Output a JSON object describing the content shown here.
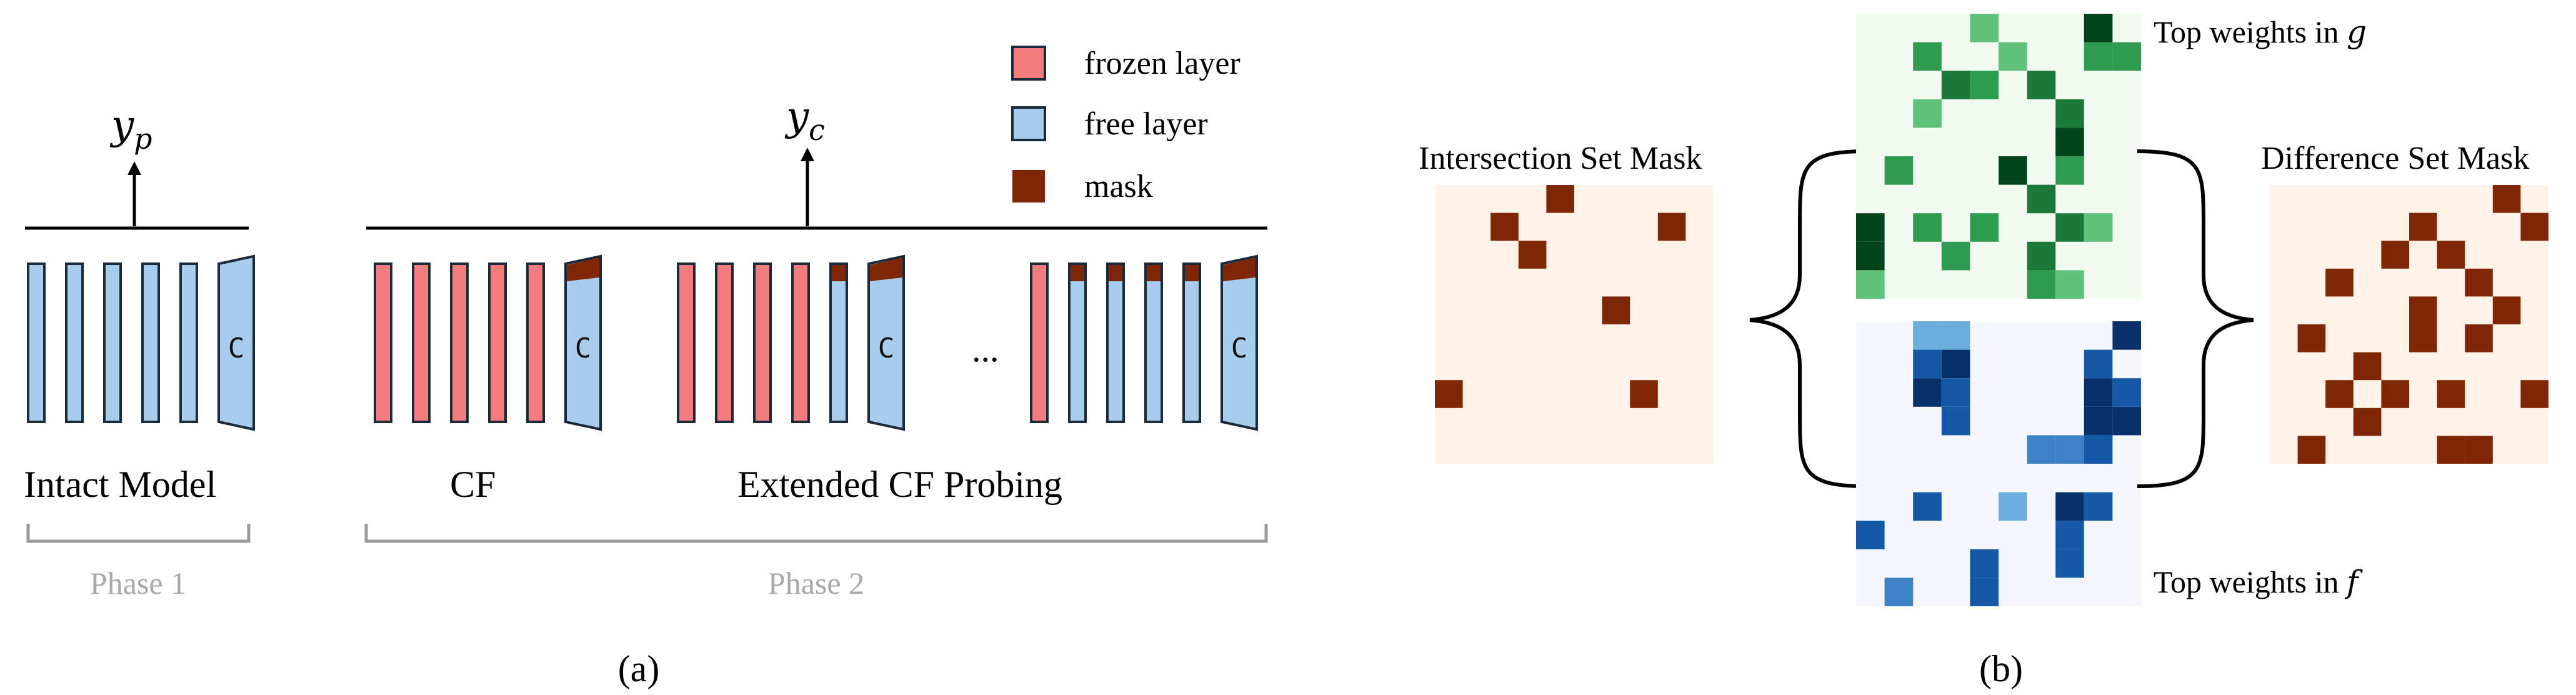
{
  "colors": {
    "frozen": "#F47C7C",
    "free": "#A8CCEC",
    "mask": "#7F2704",
    "outline": "#1a2a3a",
    "orange_bg": "#FFF2E6",
    "green_bg": "#F3FAF1",
    "blue_bg": "#F4F8FE",
    "bracket_gray": "#9a9a9a",
    "greens": [
      "#00441B",
      "#1B7A3A",
      "#2E9B4E",
      "#5EC27A"
    ],
    "blues": [
      "#08306B",
      "#1459A6",
      "#3C82C6",
      "#6AAEDB"
    ]
  },
  "legend": [
    {
      "key": "frozen",
      "label": "frozen layer"
    },
    {
      "key": "free",
      "label": "free layer"
    },
    {
      "key": "mask",
      "label": "mask"
    }
  ],
  "panel_a": {
    "caption": "(a)",
    "output_p": "y",
    "output_p_sub": "p",
    "output_c": "y",
    "output_c_sub": "c",
    "classifier_letter": "C",
    "ellipsis": "...",
    "intact_label": "Intact Model",
    "cf_label": "CF",
    "extended_label": "Extended CF Probing",
    "phase1": "Phase 1",
    "phase2": "Phase 2",
    "groups": [
      {
        "name": "intact",
        "layers": [
          "free",
          "free",
          "free",
          "free",
          "free"
        ],
        "mask": [
          0,
          0,
          0,
          0,
          0
        ],
        "classifier_mask": 0
      },
      {
        "name": "cf",
        "layers": [
          "frozen",
          "frozen",
          "frozen",
          "frozen",
          "frozen"
        ],
        "mask": [
          0,
          0,
          0,
          0,
          0
        ],
        "classifier_mask": 1
      },
      {
        "name": "ext1",
        "layers": [
          "frozen",
          "frozen",
          "frozen",
          "frozen",
          "free"
        ],
        "mask": [
          0,
          0,
          0,
          0,
          1
        ],
        "classifier_mask": 1
      },
      {
        "name": "ext2",
        "layers": [
          "frozen",
          "free",
          "free",
          "free",
          "free"
        ],
        "mask": [
          0,
          1,
          1,
          1,
          1
        ],
        "classifier_mask": 1
      }
    ]
  },
  "panel_b": {
    "caption": "(b)",
    "intersection_title": "Intersection Set Mask",
    "difference_title": "Difference Set Mask",
    "top_g_prefix": "Top weights in ",
    "top_g_var": "g",
    "top_f_prefix": "Top weights in ",
    "top_f_var": "f",
    "intersection_cells": [
      [
        0,
        4
      ],
      [
        1,
        2
      ],
      [
        1,
        8
      ],
      [
        2,
        3
      ],
      [
        4,
        6
      ],
      [
        7,
        0
      ],
      [
        7,
        7
      ]
    ],
    "difference_cells": [
      [
        0,
        8
      ],
      [
        1,
        5
      ],
      [
        1,
        9
      ],
      [
        2,
        4
      ],
      [
        2,
        6
      ],
      [
        3,
        2
      ],
      [
        3,
        7
      ],
      [
        4,
        5
      ],
      [
        4,
        8
      ],
      [
        5,
        1
      ],
      [
        5,
        5
      ],
      [
        5,
        7
      ],
      [
        6,
        3
      ],
      [
        7,
        2
      ],
      [
        7,
        4
      ],
      [
        7,
        6
      ],
      [
        7,
        9
      ],
      [
        8,
        3
      ],
      [
        9,
        1
      ],
      [
        9,
        6
      ],
      [
        9,
        7
      ]
    ],
    "g_cells": [
      [
        0,
        4,
        3
      ],
      [
        0,
        8,
        0
      ],
      [
        1,
        2,
        2
      ],
      [
        1,
        5,
        3
      ],
      [
        1,
        8,
        2
      ],
      [
        1,
        9,
        2
      ],
      [
        2,
        3,
        1
      ],
      [
        2,
        4,
        2
      ],
      [
        2,
        6,
        1
      ],
      [
        3,
        2,
        3
      ],
      [
        3,
        7,
        1
      ],
      [
        4,
        7,
        0
      ],
      [
        5,
        1,
        2
      ],
      [
        5,
        5,
        0
      ],
      [
        5,
        7,
        2
      ],
      [
        6,
        6,
        1
      ],
      [
        7,
        0,
        0
      ],
      [
        7,
        2,
        2
      ],
      [
        7,
        4,
        2
      ],
      [
        7,
        7,
        1
      ],
      [
        7,
        8,
        3
      ],
      [
        8,
        0,
        0
      ],
      [
        8,
        3,
        2
      ],
      [
        8,
        6,
        1
      ],
      [
        9,
        0,
        3
      ],
      [
        9,
        6,
        2
      ],
      [
        9,
        7,
        3
      ]
    ],
    "f_cells": [
      [
        0,
        2,
        3
      ],
      [
        0,
        3,
        3
      ],
      [
        0,
        9,
        0
      ],
      [
        1,
        2,
        1
      ],
      [
        1,
        3,
        0
      ],
      [
        1,
        8,
        1
      ],
      [
        2,
        2,
        0
      ],
      [
        2,
        3,
        1
      ],
      [
        2,
        8,
        0
      ],
      [
        2,
        9,
        1
      ],
      [
        3,
        3,
        1
      ],
      [
        3,
        8,
        0
      ],
      [
        3,
        9,
        0
      ],
      [
        4,
        6,
        2
      ],
      [
        4,
        7,
        2
      ],
      [
        4,
        8,
        1
      ],
      [
        6,
        2,
        1
      ],
      [
        6,
        5,
        3
      ],
      [
        6,
        7,
        0
      ],
      [
        6,
        8,
        1
      ],
      [
        7,
        0,
        1
      ],
      [
        7,
        7,
        1
      ],
      [
        8,
        4,
        1
      ],
      [
        8,
        7,
        1
      ],
      [
        9,
        1,
        2
      ],
      [
        9,
        4,
        1
      ]
    ]
  }
}
